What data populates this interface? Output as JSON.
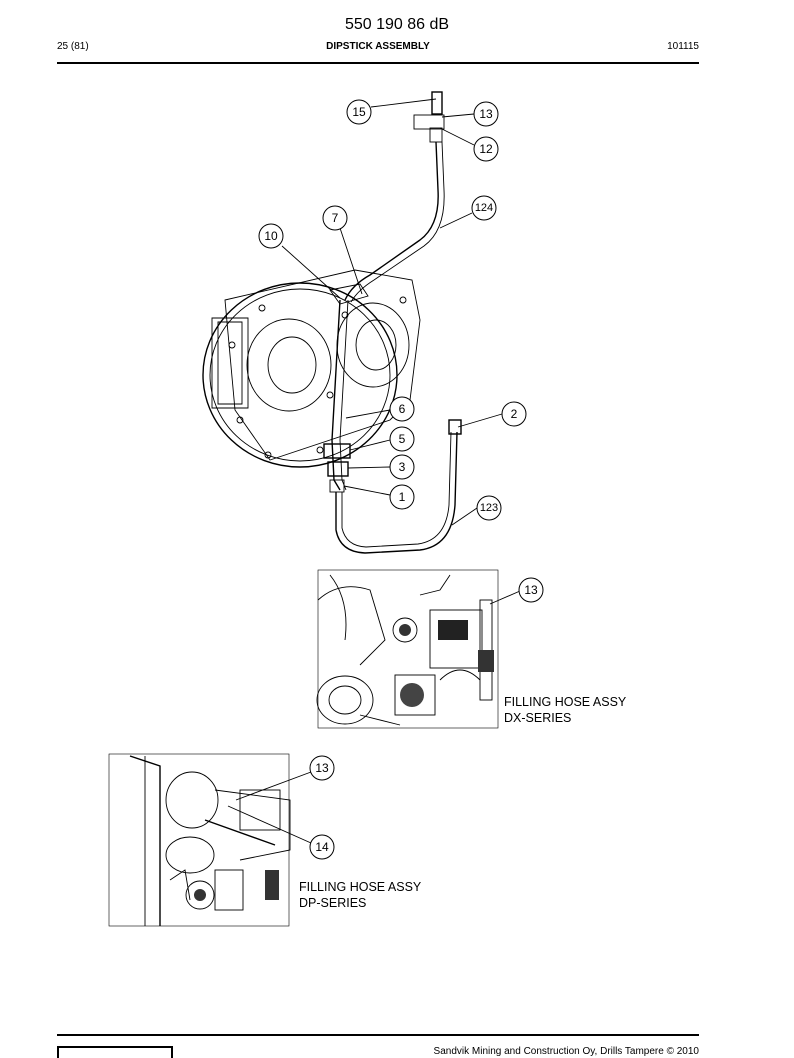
{
  "header": {
    "doc_number": "550 190 86 dB",
    "page": "25 (81)",
    "section_title": "DIPSTICK ASSEMBLY",
    "revision": "101115"
  },
  "callouts": {
    "main": [
      "15",
      "13",
      "12",
      "124",
      "7",
      "10",
      "6",
      "2",
      "5",
      "3",
      "1",
      "123"
    ],
    "dx": [
      "13"
    ],
    "dp": [
      "13",
      "14"
    ]
  },
  "captions": {
    "dx": {
      "line1": "FILLING HOSE ASSY",
      "line2": "DX-SERIES"
    },
    "dp": {
      "line1": "FILLING HOSE ASSY",
      "line2": "DP-SERIES"
    }
  },
  "footer": {
    "copyright": "Sandvik Mining and Construction Oy, Drills Tampere © 2010"
  }
}
